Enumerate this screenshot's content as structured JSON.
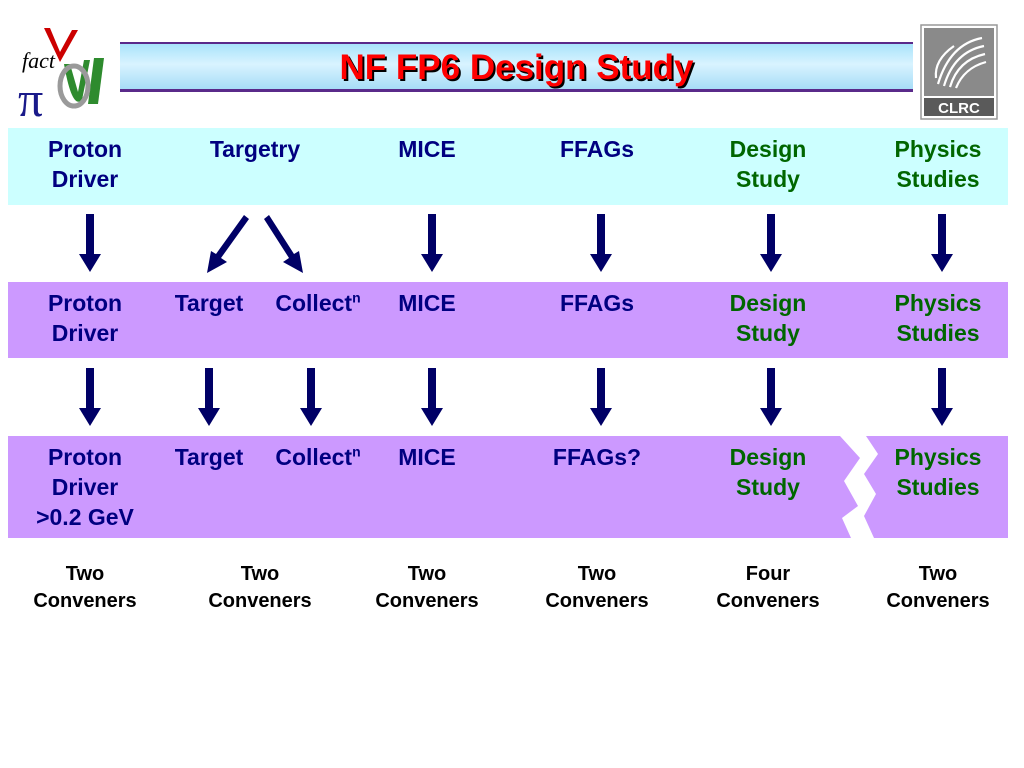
{
  "title": "NF FP6 Design Study",
  "logos": {
    "left_text": "fact",
    "right_text": "CLRC"
  },
  "colors": {
    "title": "#ff0000",
    "label_blue": "#000080",
    "label_green": "#006600",
    "band_top": "#ccffff",
    "band_mid": "#cc99ff",
    "arrow": "#000066"
  },
  "row1": {
    "proton_1": "Proton",
    "proton_2": "Driver",
    "targetry": "Targetry",
    "mice": "MICE",
    "ffags": "FFAGs",
    "design_1": "Design",
    "design_2": "Study",
    "physics_1": "Physics",
    "physics_2": "Studies"
  },
  "row2": {
    "proton_1": "Proton",
    "proton_2": "Driver",
    "target": "Target",
    "collect": "Collect",
    "collect_sup": "n",
    "mice": "MICE",
    "ffags": "FFAGs",
    "design_1": "Design",
    "design_2": "Study",
    "physics_1": "Physics",
    "physics_2": "Studies"
  },
  "row3": {
    "proton_1": "Proton",
    "proton_2": "Driver",
    "proton_3": ">0.2 GeV",
    "target": "Target",
    "collect": "Collect",
    "collect_sup": "n",
    "mice": "MICE",
    "ffags": "FFAGs?",
    "design_1": "Design",
    "design_2": "Study",
    "physics_1": "Physics",
    "physics_2": "Studies"
  },
  "conveners": [
    {
      "count": "Two",
      "word": "Conveners"
    },
    {
      "count": "Two",
      "word": "Conveners"
    },
    {
      "count": "Two",
      "word": "Conveners"
    },
    {
      "count": "Two",
      "word": "Conveners"
    },
    {
      "count": "Four",
      "word": "Conveners"
    },
    {
      "count": "Two",
      "word": "Conveners"
    }
  ]
}
